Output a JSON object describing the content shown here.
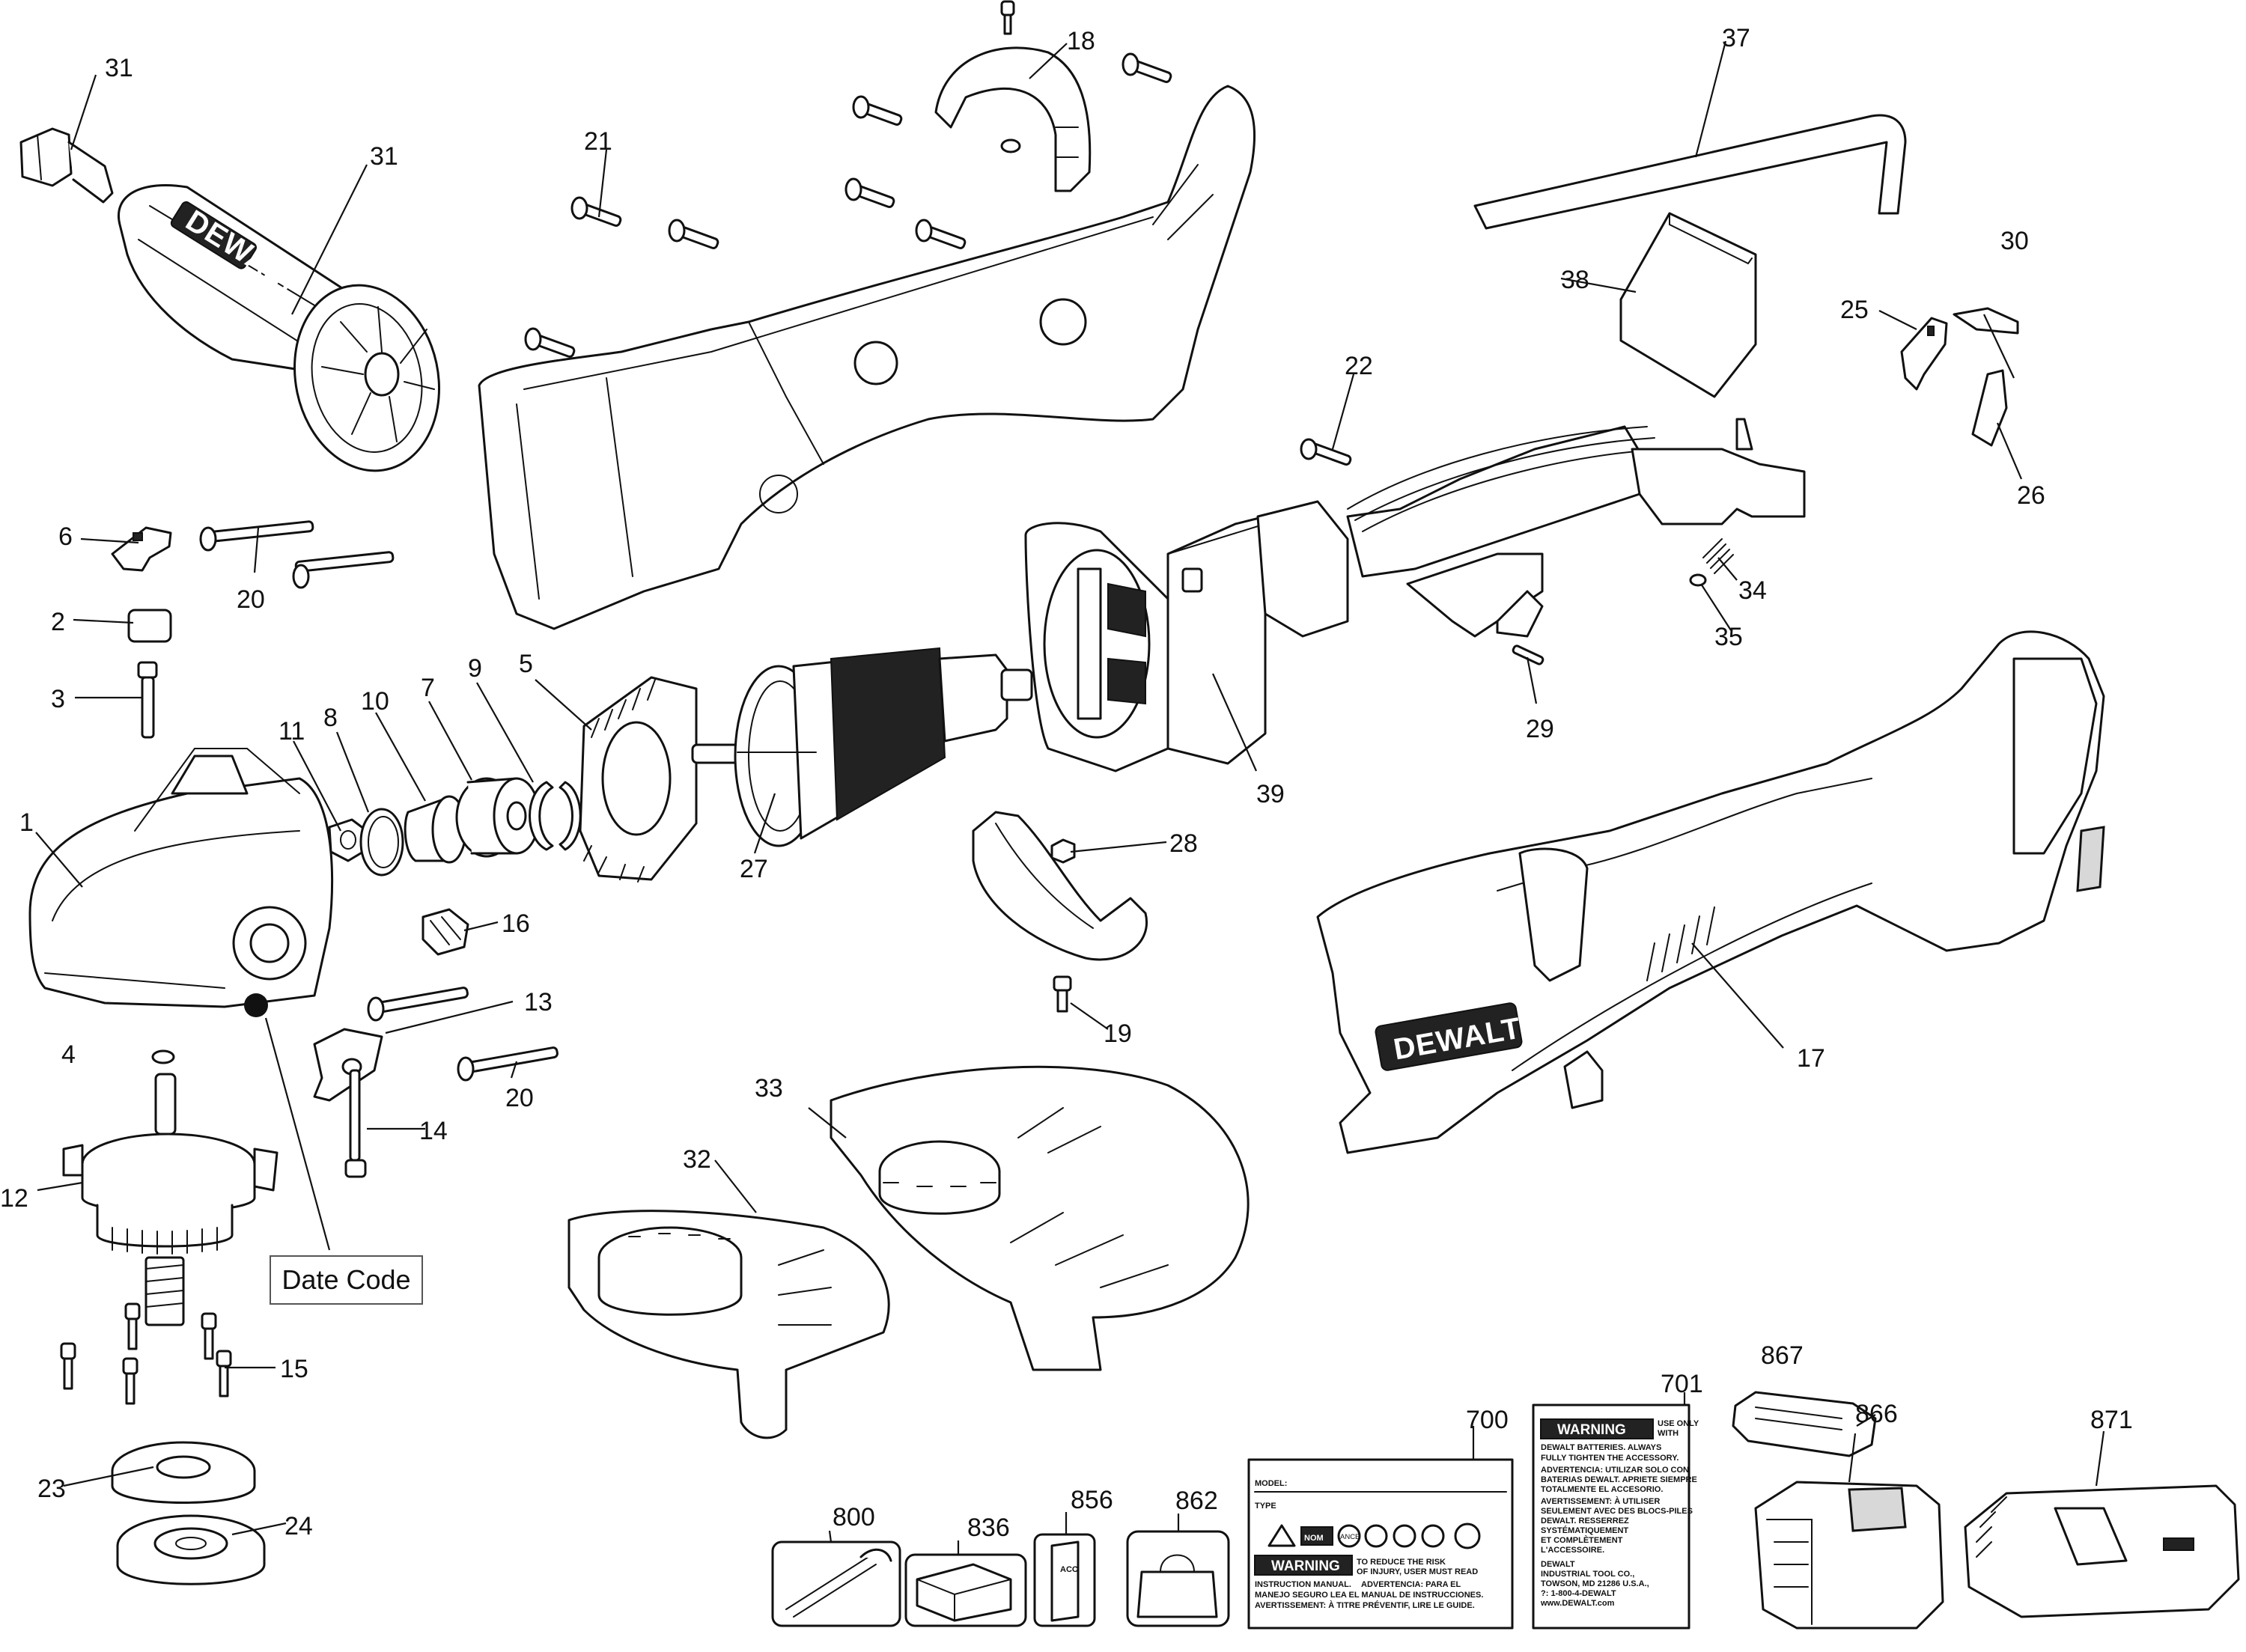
{
  "callouts": {
    "c1": "1",
    "c2": "2",
    "c3": "3",
    "c4": "4",
    "c5": "5",
    "c6": "6",
    "c7": "7",
    "c8": "8",
    "c9": "9",
    "c10": "10",
    "c11": "11",
    "c12": "12",
    "c13": "13",
    "c14": "14",
    "c15": "15",
    "c16": "16",
    "c17": "17",
    "c18": "18",
    "c19": "19",
    "c20a": "20",
    "c20b": "20",
    "c21": "21",
    "c22": "22",
    "c23": "23",
    "c24": "24",
    "c25": "25",
    "c26": "26",
    "c27": "27",
    "c28": "28",
    "c29": "29",
    "c30": "30",
    "c31a": "31",
    "c31b": "31",
    "c32": "32",
    "c33": "33",
    "c34": "34",
    "c35": "35",
    "c37": "37",
    "c38": "38",
    "c39": "39",
    "c700": "700",
    "c701": "701",
    "c800": "800",
    "c836": "836",
    "c856": "856",
    "c862": "862",
    "c866": "866",
    "c867": "867",
    "c871": "871"
  },
  "date_code_label": "Date Code",
  "branding": {
    "logo": "DEWALT"
  },
  "label_700": {
    "model": "MODEL:",
    "type": "TYPE",
    "warning": "WARNING",
    "line1": "TO REDUCE THE RISK",
    "line2": "OF INJURY, USER MUST READ",
    "line3": "INSTRUCTION MANUAL.",
    "line4": "ADVERTENCIA: PARA EL",
    "line5": "MANEJO SEGURO LEA EL MANUAL DE INSTRUCCIONES.",
    "line6": "AVERTISSEMENT: À TITRE PRÉVENTIF, LIRE LE GUIDE.",
    "nom": "NOM",
    "ance": "ANCE"
  },
  "label_701": {
    "warning": "WARNING",
    "use_only": "USE ONLY",
    "with": "WITH",
    "line1": "DEWALT BATTERIES. ALWAYS",
    "line2": "FULLY TIGHTEN THE ACCESSORY.",
    "line3": "ADVERTENCIA: UTILIZAR SOLO CON",
    "line4": "BATERIAS DEWALT. APRIETE SIEMPRE",
    "line5": "TOTALMENTE EL ACCESORIO.",
    "line6": "AVERTISSEMENT: À UTILISER",
    "line7": "SEULEMENT AVEC DES BLOCS-PILES",
    "line8": "DEWALT. RESSERREZ",
    "line9": "SYSTÉMATIQUEMENT",
    "line10": "ET COMPLÈTEMENT",
    "line11": "L'ACCESSOIRE.",
    "line12": "DEWALT",
    "line13": "INDUSTRIAL TOOL CO.,",
    "line14": "TOWSON, MD 21286 U.S.A.,",
    "line15": "?: 1-800-4-DEWALT",
    "line16": "www.DEWALT.com"
  },
  "label_856": {
    "text": "ACC"
  }
}
